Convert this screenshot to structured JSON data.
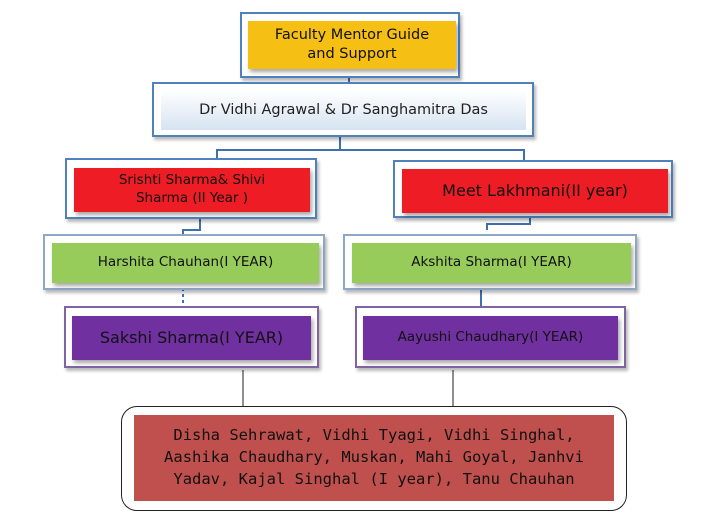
{
  "nodes": {
    "faculty_mentor": "Faculty Mentor  Guide and Support",
    "heads": "Dr Vidhi Agrawal & Dr Sanghamitra Das",
    "left_lead": "Srishti Sharma& Shivi Sharma (II Year )",
    "right_lead": "Meet Lakhmani(II year)",
    "left_second": "Harshita Chauhan(I YEAR)",
    "right_second": "Akshita Sharma(I YEAR)",
    "left_third": "Sakshi Sharma(I YEAR)",
    "right_third": "Aayushi Chaudhary(I YEAR)",
    "members": "Disha Sehrawat, Vidhi Tyagi, Vidhi Singhal, Aashika Chaudhary, Muskan, Mahi Goyal, Janhvi Yadav, Kajal Singhal (I year), Tanu Chauhan"
  },
  "colors": {
    "gold": "#f5bf13",
    "white_gradient": "#d7e3f2",
    "red": "#ee1c24",
    "green": "#97cc5a",
    "purple": "#7030a0",
    "brick": "#c0504d",
    "frame_blue": "#4f81bd",
    "connector": "#3f6fae"
  }
}
